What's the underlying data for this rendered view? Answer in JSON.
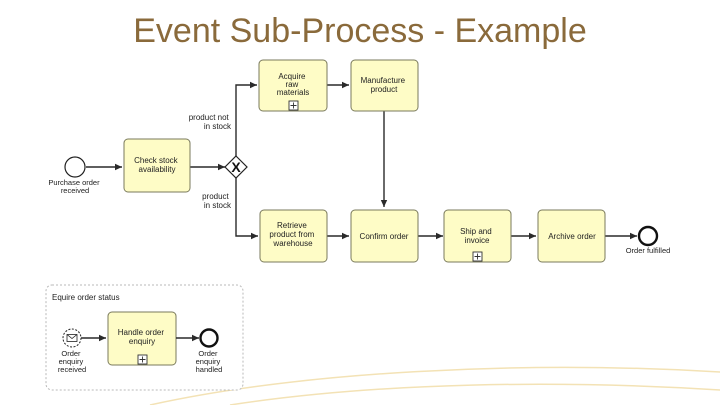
{
  "slide": {
    "title": "Event Sub-Process - Example"
  },
  "diagram": {
    "start_event": [
      "Purchase order",
      "received"
    ],
    "end_event": [
      "Order fulfilled"
    ],
    "gateway_symbol": "X",
    "flow_not_in_stock": [
      "product not",
      "in stock"
    ],
    "flow_in_stock": [
      "product",
      "in stock"
    ],
    "tasks": {
      "check_stock": [
        "Check stock",
        "availability"
      ],
      "acquire": [
        "Acquire",
        "raw",
        "materials"
      ],
      "manufacture": [
        "Manufacture",
        "product"
      ],
      "retrieve": [
        "Retrieve",
        "product from",
        "warehouse"
      ],
      "confirm": [
        "Confirm order"
      ],
      "ship": [
        "Ship and",
        "invoice"
      ],
      "archive": [
        "Archive order"
      ]
    },
    "subprocess": {
      "title": "Equire order status",
      "start_event": [
        "Order",
        "enquiry",
        "received"
      ],
      "task": [
        "Handle order",
        "enquiry"
      ],
      "end_event": [
        "Order",
        "enquiry",
        "handled"
      ]
    }
  }
}
